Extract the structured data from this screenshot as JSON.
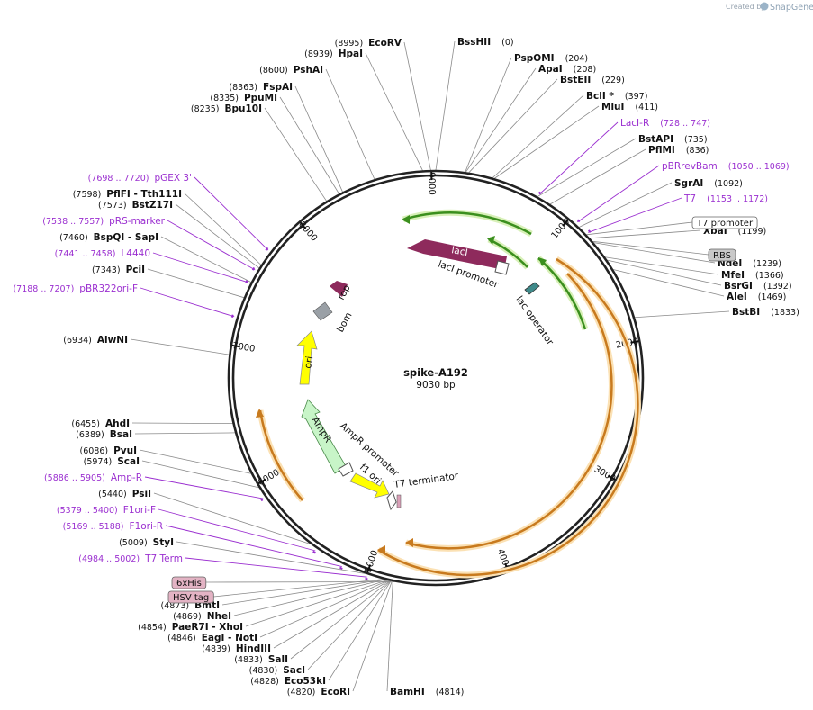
{
  "credit": {
    "prefix": "Created by",
    "brand": "SnapGene"
  },
  "plasmid": {
    "name": "spike-A192",
    "size_label": "9030 bp",
    "length": 9030
  },
  "ticks": [
    {
      "pos": 1000,
      "label": "1000"
    },
    {
      "pos": 2000,
      "label": "2000"
    },
    {
      "pos": 3000,
      "label": "3000"
    },
    {
      "pos": 4000,
      "label": "4000"
    },
    {
      "pos": 5000,
      "label": "5000"
    },
    {
      "pos": 6000,
      "label": "6000"
    },
    {
      "pos": 7000,
      "label": "7000"
    },
    {
      "pos": 8000,
      "label": "8000"
    },
    {
      "pos": 9000,
      "label": "9000"
    }
  ],
  "sites": [
    {
      "name": "BssHII",
      "pos": 0,
      "pos_label": "(0)"
    },
    {
      "name": "PspOMI",
      "pos": 204,
      "pos_label": "(204)"
    },
    {
      "name": "ApaI",
      "pos": 208,
      "pos_label": "(208)"
    },
    {
      "name": "BstEII",
      "pos": 229,
      "pos_label": "(229)"
    },
    {
      "name": "BclI *",
      "pos": 397,
      "pos_label": "(397)"
    },
    {
      "name": "MluI",
      "pos": 411,
      "pos_label": "(411)"
    },
    {
      "name": "BstAPI",
      "pos": 735,
      "pos_label": "(735)"
    },
    {
      "name": "PflMI",
      "pos": 836,
      "pos_label": "(836)"
    },
    {
      "name": "SgrAI",
      "pos": 1092,
      "pos_label": "(1092)"
    },
    {
      "name": "XbaI",
      "pos": 1199,
      "pos_label": "(1199)"
    },
    {
      "name": "NdeI",
      "pos": 1239,
      "pos_label": "(1239)"
    },
    {
      "name": "MfeI",
      "pos": 1366,
      "pos_label": "(1366)"
    },
    {
      "name": "BsrGI",
      "pos": 1392,
      "pos_label": "(1392)"
    },
    {
      "name": "AleI",
      "pos": 1469,
      "pos_label": "(1469)"
    },
    {
      "name": "BstBI",
      "pos": 1833,
      "pos_label": "(1833)"
    },
    {
      "name": "BamHI",
      "pos": 4814,
      "pos_label": "(4814)"
    },
    {
      "name": "EcoRI",
      "pos": 4820,
      "pos_label": "(4820)"
    },
    {
      "name": "Eco53kI",
      "pos": 4828,
      "pos_label": "(4828)"
    },
    {
      "name": "SacI",
      "pos": 4830,
      "pos_label": "(4830)"
    },
    {
      "name": "SalI",
      "pos": 4833,
      "pos_label": "(4833)"
    },
    {
      "name": "HindIII",
      "pos": 4839,
      "pos_label": "(4839)"
    },
    {
      "name": "EagI  -  NotI",
      "pos": 4846,
      "pos_label": "(4846)"
    },
    {
      "name": "PaeR7I  -  XhoI",
      "pos": 4854,
      "pos_label": "(4854)"
    },
    {
      "name": "NheI",
      "pos": 4869,
      "pos_label": "(4869)"
    },
    {
      "name": "BmtI",
      "pos": 4873,
      "pos_label": "(4873)"
    },
    {
      "name": "StyI",
      "pos": 5009,
      "pos_label": "(5009)"
    },
    {
      "name": "PsiI",
      "pos": 5440,
      "pos_label": "(5440)"
    },
    {
      "name": "ScaI",
      "pos": 5974,
      "pos_label": "(5974)"
    },
    {
      "name": "PvuI",
      "pos": 6086,
      "pos_label": "(6086)"
    },
    {
      "name": "BsaI",
      "pos": 6389,
      "pos_label": "(6389)"
    },
    {
      "name": "AhdI",
      "pos": 6455,
      "pos_label": "(6455)"
    },
    {
      "name": "AlwNI",
      "pos": 6934,
      "pos_label": "(6934)"
    },
    {
      "name": "PciI",
      "pos": 7343,
      "pos_label": "(7343)"
    },
    {
      "name": "BspQI  -  SapI",
      "pos": 7460,
      "pos_label": "(7460)"
    },
    {
      "name": "BstZ17I",
      "pos": 7573,
      "pos_label": "(7573)"
    },
    {
      "name": "PflFI  -  Tth111I",
      "pos": 7598,
      "pos_label": "(7598)"
    },
    {
      "name": "Bpu10I",
      "pos": 8235,
      "pos_label": "(8235)"
    },
    {
      "name": "PpuMI",
      "pos": 8335,
      "pos_label": "(8335)"
    },
    {
      "name": "FspAI",
      "pos": 8363,
      "pos_label": "(8363)"
    },
    {
      "name": "PshAI",
      "pos": 8600,
      "pos_label": "(8600)"
    },
    {
      "name": "HpaI",
      "pos": 8939,
      "pos_label": "(8939)"
    },
    {
      "name": "EcoRV",
      "pos": 8995,
      "pos_label": "(8995)"
    }
  ],
  "primers": [
    {
      "name": "LacI-R",
      "range_label": "(728 .. 747)",
      "start": 728,
      "end": 747
    },
    {
      "name": "pBRrevBam",
      "range_label": "(1050 .. 1069)",
      "start": 1050,
      "end": 1069
    },
    {
      "name": "T7",
      "range_label": "(1153 .. 1172)",
      "start": 1153,
      "end": 1172
    },
    {
      "name": "T7 Term",
      "range_label": "(4984 .. 5002)",
      "start": 4984,
      "end": 5002
    },
    {
      "name": "F1ori-R",
      "range_label": "(5169 .. 5188)",
      "start": 5169,
      "end": 5188
    },
    {
      "name": "F1ori-F",
      "range_label": "(5379 .. 5400)",
      "start": 5379,
      "end": 5400
    },
    {
      "name": "Amp-R",
      "range_label": "(5886 .. 5905)",
      "start": 5886,
      "end": 5905
    },
    {
      "name": "pBR322ori-F",
      "range_label": "(7188 .. 7207)",
      "start": 7188,
      "end": 7207
    },
    {
      "name": "L4440",
      "range_label": "(7441 .. 7458)",
      "start": 7441,
      "end": 7458
    },
    {
      "name": "pRS-marker",
      "range_label": "(7538 .. 7557)",
      "start": 7538,
      "end": 7557
    },
    {
      "name": "pGEX 3'",
      "range_label": "(7698 .. 7720)",
      "start": 7698,
      "end": 7720
    }
  ],
  "boxed_features": [
    {
      "name": "T7 promoter",
      "pos": 1165,
      "style": "white"
    },
    {
      "name": "RBS",
      "pos": 1228,
      "style": "grey"
    },
    {
      "name": "6xHis",
      "pos": 4800,
      "style": "pink"
    },
    {
      "name": "HSV tag",
      "pos": 4880,
      "style": "pink"
    }
  ],
  "features": [
    {
      "name": "lacI",
      "color": "#8e2a5c"
    },
    {
      "name": "lacI promoter",
      "color": "#ffffff"
    },
    {
      "name": "lac operator",
      "color": "#3f8a8a"
    },
    {
      "name": "rop",
      "color": "#8e2a5c"
    },
    {
      "name": "bom",
      "color": "#9aa0a6"
    },
    {
      "name": "ori",
      "color": "#ffff00"
    },
    {
      "name": "AmpR",
      "color": "#c8f5c8"
    },
    {
      "name": "AmpR promoter",
      "color": "#ffffff"
    },
    {
      "name": "f1 ori",
      "color": "#ffff00"
    },
    {
      "name": "T7 terminator",
      "color": "#ffffff"
    }
  ],
  "colors": {
    "backbone": "#222222",
    "orf_green": "#3b8f1e",
    "orf_orange": "#c87a1e",
    "primer": "#9b30d0",
    "highlight_green": "#d8f0b8",
    "highlight_orange": "#fbe1b4"
  }
}
